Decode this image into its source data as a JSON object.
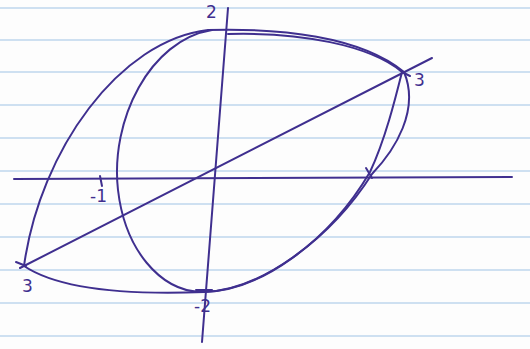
{
  "diagram": {
    "labels": [
      "2",
      "3",
      "-1",
      "3",
      "-2"
    ]
  }
}
